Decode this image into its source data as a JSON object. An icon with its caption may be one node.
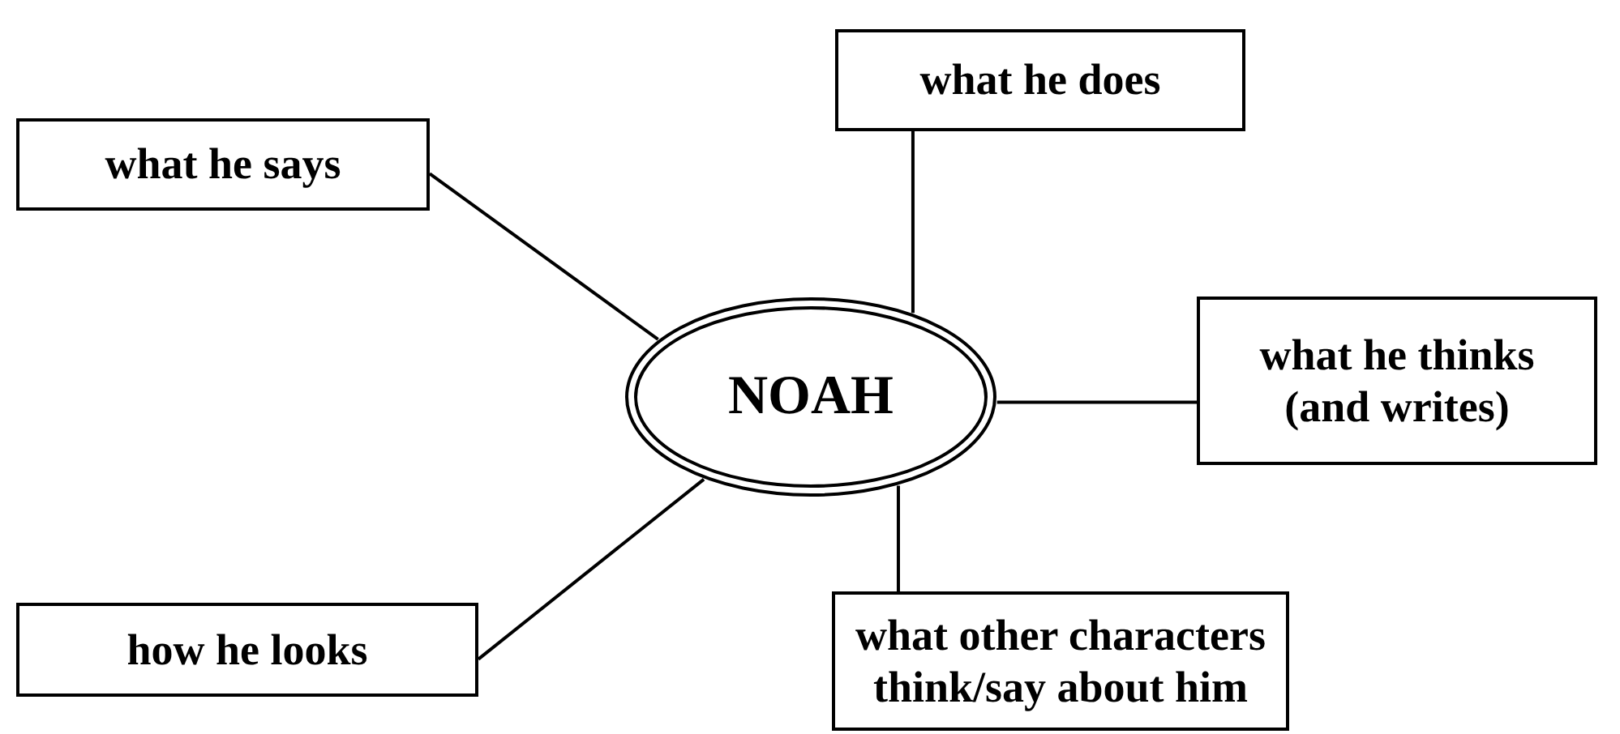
{
  "diagram": {
    "nodes": [
      {
        "text": [
          "what he does"
        ]
      },
      {
        "text": [
          "what he says"
        ]
      },
      {
        "text": [
          "NOAH"
        ]
      },
      {
        "text": [
          "what he thinks (and writes)"
        ]
      },
      {
        "text": [
          "how he looks"
        ]
      },
      {
        "text": [
          "what other characters think/say about him"
        ]
      }
    ],
    "edges": [
      {
        "from": 2,
        "to": 0,
        "arrow": "none"
      },
      {
        "from": 2,
        "to": 1,
        "arrow": "none"
      },
      {
        "from": 2,
        "to": 3,
        "arrow": "none"
      },
      {
        "from": 2,
        "to": 4,
        "arrow": "none"
      },
      {
        "from": 2,
        "to": 5,
        "arrow": "none"
      }
    ]
  }
}
